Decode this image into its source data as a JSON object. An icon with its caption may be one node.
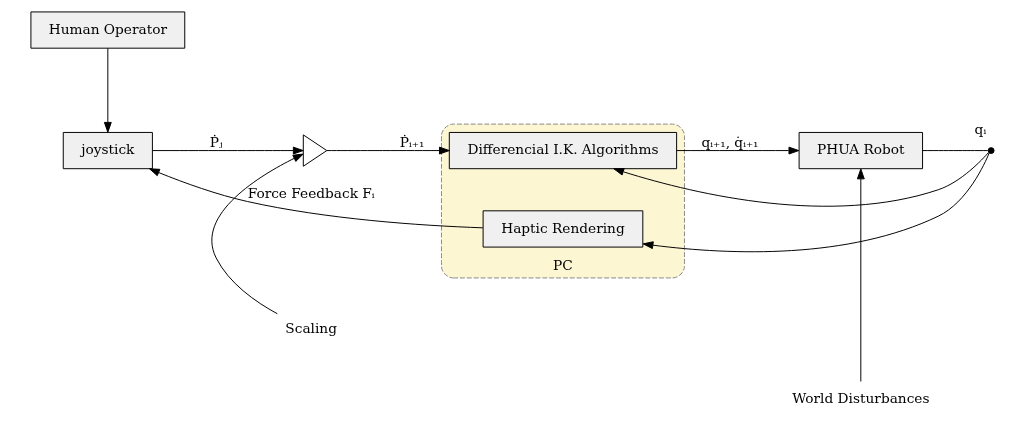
{
  "diagram": {
    "nodes": [
      {
        "text": [
          "Human Operator"
        ]
      },
      {
        "text": [
          "joystick"
        ]
      },
      {
        "text": [],
        "shape": "triangle"
      },
      {
        "text": [
          "Scaling"
        ]
      },
      {
        "text": [
          "PC"
        ]
      },
      {
        "text": [
          "Differencial I.K. Algorithms"
        ],
        "in": 4
      },
      {
        "text": [
          "Haptic Rendering"
        ],
        "in": 4
      },
      {
        "text": [
          "PHUA Robot"
        ]
      },
      {
        "text": [
          "World Disturbances"
        ]
      },
      {
        "text": [],
        "shape": "circle",
        "beside": [
          "qᵢ"
        ]
      }
    ],
    "edges": [
      {
        "from": 0,
        "to": 1,
        "arrow": "to"
      },
      {
        "from": 1,
        "to": 2,
        "arrow": "to",
        "label": "Ṗⱼ"
      },
      {
        "from": 3,
        "to": 2,
        "arrow": "to"
      },
      {
        "from": 2,
        "to": 5,
        "arrow": "to",
        "label": "Ṗᵢ₊₁"
      },
      {
        "from": 5,
        "to": 7,
        "arrow": "to",
        "label": "qᵢ₊₁, q̇ᵢ₊₁"
      },
      {
        "from": 8,
        "to": 7,
        "arrow": "to"
      },
      {
        "from": 7,
        "to": 9,
        "arrow": "none"
      },
      {
        "from": 9,
        "to": 5,
        "arrow": "to"
      },
      {
        "from": 9,
        "to": 6,
        "arrow": "to"
      },
      {
        "from": 6,
        "to": 1,
        "arrow": "to",
        "label": "Force Feedback Fᵢ"
      }
    ]
  }
}
